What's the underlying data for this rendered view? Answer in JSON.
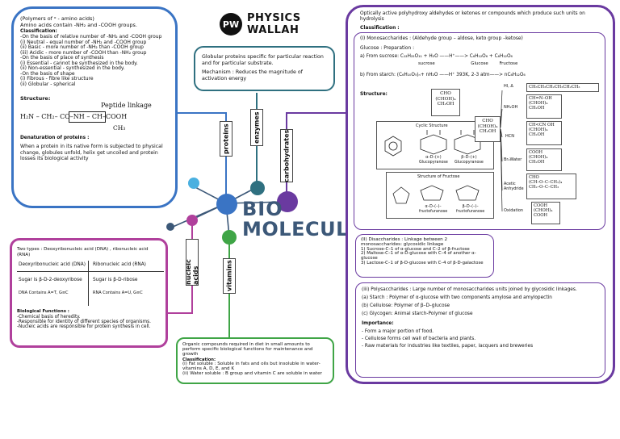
{
  "brand": {
    "name_line1": "PHYSICS",
    "name_line2": "WALLAH",
    "logo_letters": "PW"
  },
  "center": {
    "line1": "BIO",
    "line2": "MOLECULES"
  },
  "branches": {
    "proteins": "proteins",
    "enzymes": "enzymes",
    "carbohydrates": "carbohydrates",
    "nucleic_acids": "nucleic acids",
    "vitamins": "vitamins"
  },
  "proteins_box": {
    "intro": "(Polymers of ᵅ - amino acids)\nAmino acids contain -NH₂ and -COOH groups.",
    "classification_title": "Classification:",
    "classification": "-On the basis of relative number of -NH₂ and -COOH group\n(i) Neutral - equal number of -NH₂ and -COOH group\n(ii) Basic - more number of -NH₂ than -COOH group\n(iii) Acidic - more number of -COOH than -NH₂ group\n-On the basis of place of synthesis\n(i) Essential - cannot be synthesized in the body.\n(ii) Non-essential - synthesized in the body.\n-On the basis of shape\n(i) Fibrous - fibre like structure\n(ii) Globular - spherical",
    "structure_title": "Structure:",
    "peptide_label": "Peptide linkage",
    "structure_formula": "H₂N – CH₂– CO–NH – CH–COOH",
    "structure_ch3": "CH₃",
    "denaturation_title": "Denaturation of proteins :",
    "denaturation": "When a protein in its native form is subjected to physical change, globules unfold, helix get uncoiled and protein losses its biological activity"
  },
  "enzymes_box": {
    "text": "Globular proteins specific for particular reaction and for particular substrate.",
    "mechanism": "Mechanism : Reduces the magnitude of activation energy"
  },
  "carbs_box": {
    "intro": "Optically active polyhydroxy aldehydes or ketones or compounds which produce such units on hydrolysis",
    "classification": "Classification :",
    "mono_title": "(I) Monosaccharides : (Aldehyde group – aldose, keto group –ketose)",
    "glucose_prep": "Glucose : Preparation :",
    "from_sucrose": "a) From sucrose: C₁₂H₂₂O₁₁ + H₂O  ——H⁺——>  C₆H₁₂O₆ + C₆H₁₂O₆",
    "sucrose_labels": "sucrose                          Glucose        Fructose",
    "from_starch": "b) From starch: (C₆H₁₀O₅)ₙ+ nH₂O  ——H⁺ 393K, 2-3 atm——>  nC₆H₁₂O₆",
    "structure": "Structure:",
    "cyclic": "Cyclic Structure",
    "glucopyranose_a": "α–D–(+)\nGlucopyranose",
    "glucopyranose_b": "β–D–(+)\nGlucopyranose",
    "fructose_struct": "Structure of Fructose",
    "fructofuranose_a": "α–D–(–)–\nfructofuranose",
    "fructofuranose_b": "β–D–(–)–\nfructofuranose",
    "open_chain": "CHO\n(CHOH)₄\nCH₂OH",
    "reactions": [
      {
        "reagent": "HI, Δ",
        "product": "CH₃CH₂CH₂CH₂CH₂CH₃"
      },
      {
        "reagent": "NH₂OH",
        "product": "CH=N–OH\n(CHOH)₄\nCH₂OH"
      },
      {
        "reagent": "HCN",
        "product": "CH<CN OH\n(CHOH)₄\nCH₂OH"
      },
      {
        "reagent": "Br₂Water",
        "product": "COOH\n(CHOH)₄\nCH₂OH"
      },
      {
        "reagent": "Acetic Anhydride",
        "product": "CHO\n(CH–O–C–CH₃)₄\nCH₂–O–C–CH₃"
      },
      {
        "reagent": "Oxidation",
        "product": "COOH\n(CHOH)₄\nCOOH"
      }
    ],
    "di_title": "(II) Disaccharides : Linkage between 2 monosaccharides: glycosidic linkage",
    "di_items": "1) Sucrose-C–1 of α-glucose and C–2 of β-fructose\n2) Maltose-C–1 of α-D-glucose with C–4 of another α-glucose\n3) Lactose-C–1 of β-D-glucose with C–4 of β-D-galactose",
    "poly_title": "(iii) Polysaccharides : Large number of monosaccharides units joined by glycosidic linkages.",
    "poly_items": "(a) Starch : Polymer of α-glucose with two components amylose and amylopectin\n(b) Cellulose: Polymer of β–D–glucose\n(c) Glycogen: Animal starch-Polymer of glucose",
    "importance_title": "Importance:",
    "importance": "- Form a major portion of food.\n- Cellulose forms cell wall of bacteria and plants.\n- Raw materials for industries like textiles, paper, lacquers and breweries"
  },
  "nucleic_box": {
    "types": "Two types : Deoxyribonucleic acid (DNA) , ribonucleic acid (RNA)",
    "col1_head": "Deoxyribonucleic acid (DNA)",
    "col2_head": "Ribonucleic acid (RNA)",
    "col1_sugar": "Sugar is β-D-2-deoxyribose",
    "col2_sugar": "Sugar is β-D-ribose",
    "col1_bases": "DNA Contains A=T, G≡C",
    "col2_bases": "RNA Contains A=U, G≡C",
    "functions_title": "Biological Functions :",
    "functions": "-Chemical basis of heredity.\n-Responsible for identity of different species of organisms.\n-Nucleic acids are responsible for protein synthesis in cell."
  },
  "vitamins_box": {
    "text": "Organic compounds required in diet in small amounts to perform specific biological functions for maintenance and growth",
    "classification": "Classification:",
    "items": "(i) Fat soluble : Soluble in fats and oils but insoluble in water- vitamins A, D, E, and K\n(ii) Water soluble : B group and vitamin C are soluble in water"
  },
  "colors": {
    "blue": "#3a74c4",
    "teal": "#2f7080",
    "purple": "#6a3aa0",
    "magenta": "#b0409c",
    "green": "#3fa546",
    "slate": "#3c5878",
    "cyan": "#4ab0e0"
  }
}
